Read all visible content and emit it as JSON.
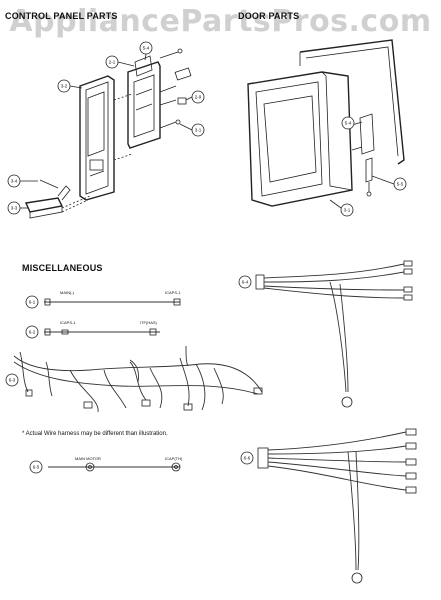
{
  "watermark": "AppliancePartsPros.com",
  "sections": {
    "control_panel": "CONTROL PANEL PARTS",
    "door": "DOOR PARTS",
    "misc": "MISCELLANEOUS"
  },
  "note": "* Actual Wire harness may be different than illustration.",
  "wire_labels": {
    "w1_left": "MAIN(-)",
    "w1_right": "ICAPS-1",
    "w2_left": "ICAPS-1",
    "w2_right": "ITF(HAS)",
    "w5_left": "MAIN MOTOR",
    "w5_right": "ICAP(TH)"
  },
  "callouts": {
    "c_top_small": "5-4",
    "c_panel": "2-1",
    "c_frame": "3-2",
    "c_knob_label": "3-3",
    "c_knob2": "3-4",
    "c_screw1": "2-9",
    "c_screw2": "3-1",
    "c_door_edge": "5-4",
    "c_door_lower": "5-5",
    "c_door_bottom": "3-1",
    "c_h1": "6-1",
    "c_h2": "6-2",
    "c_h3": "6-3",
    "c_h5": "6-5",
    "c_h4": "6-4",
    "c_h6": "6-6"
  }
}
